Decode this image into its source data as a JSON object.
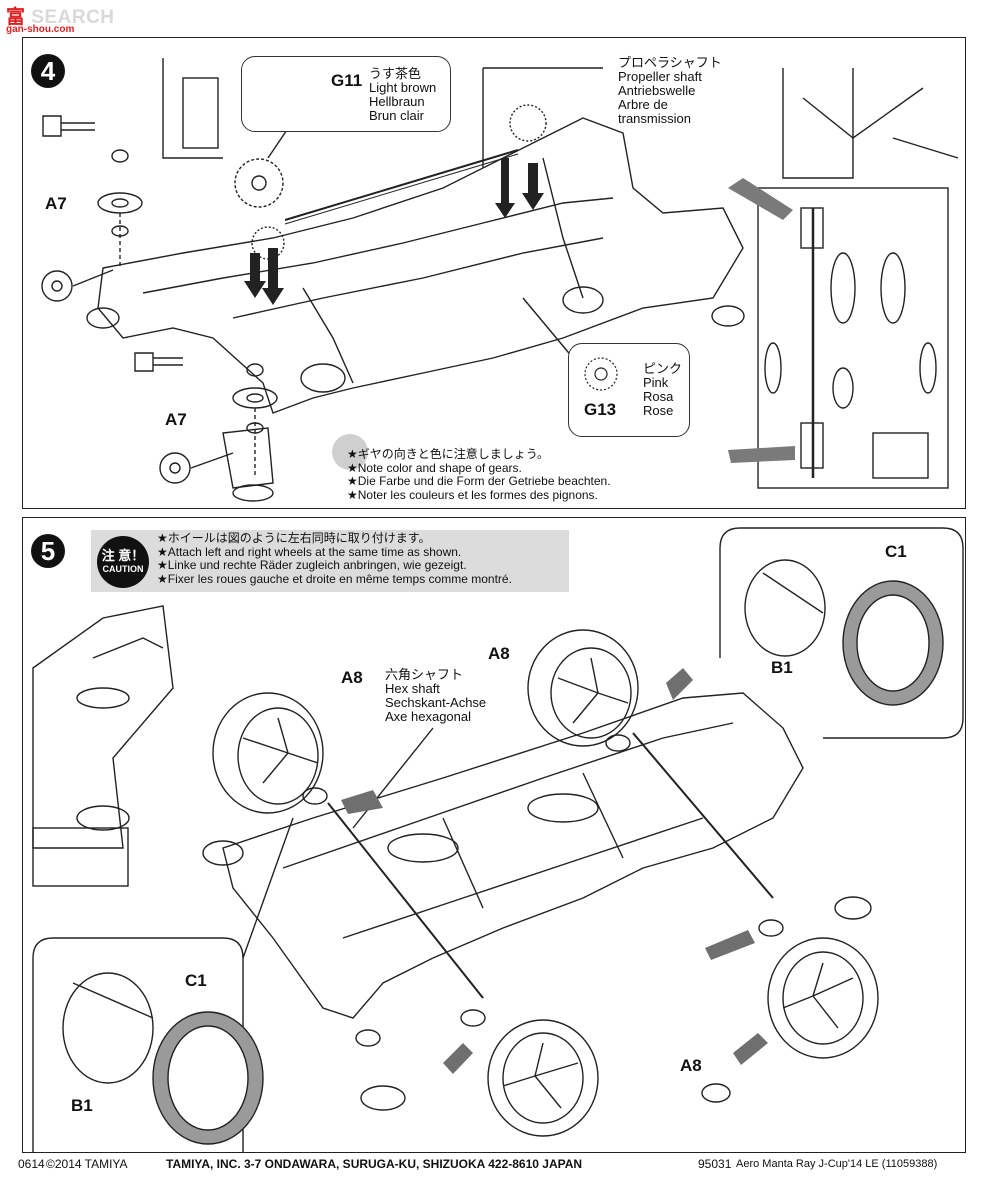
{
  "watermark": {
    "logo": "富",
    "text": "SEARCH",
    "url": "gan-shou.com"
  },
  "step4": {
    "number": "4",
    "parts": {
      "a7_top": "A7",
      "a7_bottom": "A7",
      "g11": "G11",
      "g13": "G13"
    },
    "g11_colors": [
      "うす茶色",
      "Light brown",
      "Hellbraun",
      "Brun clair"
    ],
    "g13_colors": [
      "ピンク",
      "Pink",
      "Rosa",
      "Rose"
    ],
    "propeller_shaft": [
      "プロペラシャフト",
      "Propeller shaft",
      "Antriebswelle",
      "Arbre de",
      "transmission"
    ],
    "note": [
      "★ギヤの向きと色に注意しましょう。",
      "★Note color and shape of gears.",
      "★Die Farbe und die Form der Getriebe beachten.",
      "★Noter les couleurs et les formes des pignons."
    ]
  },
  "step5": {
    "number": "5",
    "caution_jp": "注 意！",
    "caution_en": "CAUTION",
    "note": [
      "★ホイールは図のように左右同時に取り付けます。",
      "★Attach left and right wheels at the same time as shown.",
      "★Linke und rechte Räder zugleich anbringen, wie gezeigt.",
      "★Fixer les roues gauche et droite en même temps comme montré."
    ],
    "hex_shaft": [
      "六角シャフト",
      "Hex shaft",
      "Sechskant-Achse",
      "Axe hexagonal"
    ],
    "parts": {
      "a8_left": "A8",
      "a8_top": "A8",
      "a8_bottom": "A8",
      "c1_right": "C1",
      "b1_right": "B1",
      "c1_left": "C1",
      "b1_left": "B1"
    }
  },
  "footer": {
    "code": "0614",
    "copyright": "©2014 TAMIYA",
    "company": "TAMIYA, INC.  3-7 ONDAWARA, SURUGA-KU, SHIZUOKA 422-8610 JAPAN",
    "item": "95031",
    "model": "Aero Manta Ray J-Cup'14 LE (11059388)"
  }
}
